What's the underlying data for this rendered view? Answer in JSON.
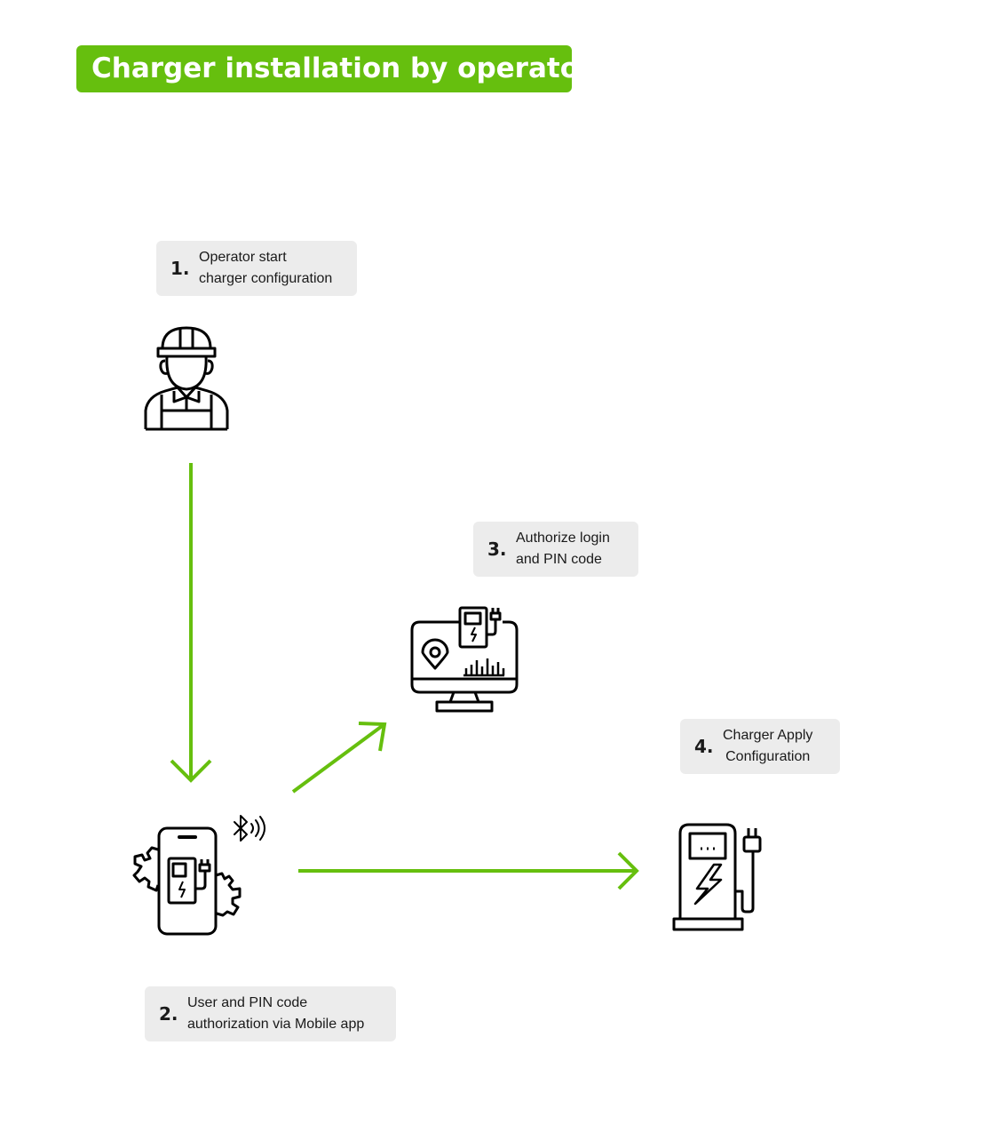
{
  "title": "Charger installation by operator",
  "colors": {
    "accent": "#66bf0e",
    "step_bg": "#ececec",
    "icon": "#000000"
  },
  "steps": [
    {
      "number": "1.",
      "lines": [
        "Operator start",
        "charger configuration"
      ]
    },
    {
      "number": "2.",
      "lines": [
        "User and PIN code",
        "authorization via Mobile app"
      ]
    },
    {
      "number": "3.",
      "lines": [
        "Authorize login",
        "and PIN code"
      ]
    },
    {
      "number": "4.",
      "lines": [
        "Charger Apply",
        "Configuration"
      ]
    }
  ],
  "icons": {
    "operator": "worker-icon",
    "phone": "mobile-charger-app-icon",
    "bluetooth": "bluetooth-signal-icon",
    "monitor": "monitor-dashboard-icon",
    "charger": "ev-charger-icon"
  }
}
